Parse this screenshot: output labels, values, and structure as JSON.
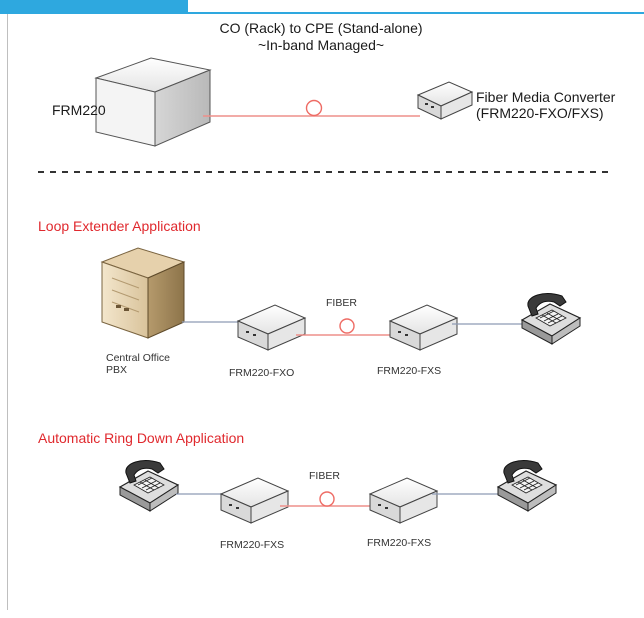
{
  "header": {
    "title_line1": "CO (Rack) to CPE (Stand-alone)",
    "title_line2": "~In-band Managed~"
  },
  "top_diagram": {
    "left_device_label": "FRM220",
    "right_device_label_line1": "Fiber Media Converter",
    "right_device_label_line2": "(FRM220-FXO/FXS)"
  },
  "loop_extender": {
    "heading": "Loop Extender Application",
    "server_label_line1": "Central Office",
    "server_label_line2": "PBX",
    "fiber_label": "FIBER",
    "left_device_label": "FRM220-FXO",
    "right_device_label": "FRM220-FXS"
  },
  "ring_down": {
    "heading": "Automatic Ring Down Application",
    "fiber_label": "FIBER",
    "left_device_label": "FRM220-FXS",
    "right_device_label": "FRM220-FXS"
  },
  "colors": {
    "accent_blue": "#2ea8df",
    "heading_red": "#e0292e",
    "fiber_line": "#ee8f8a",
    "copper_line": "#8e9bb5"
  }
}
